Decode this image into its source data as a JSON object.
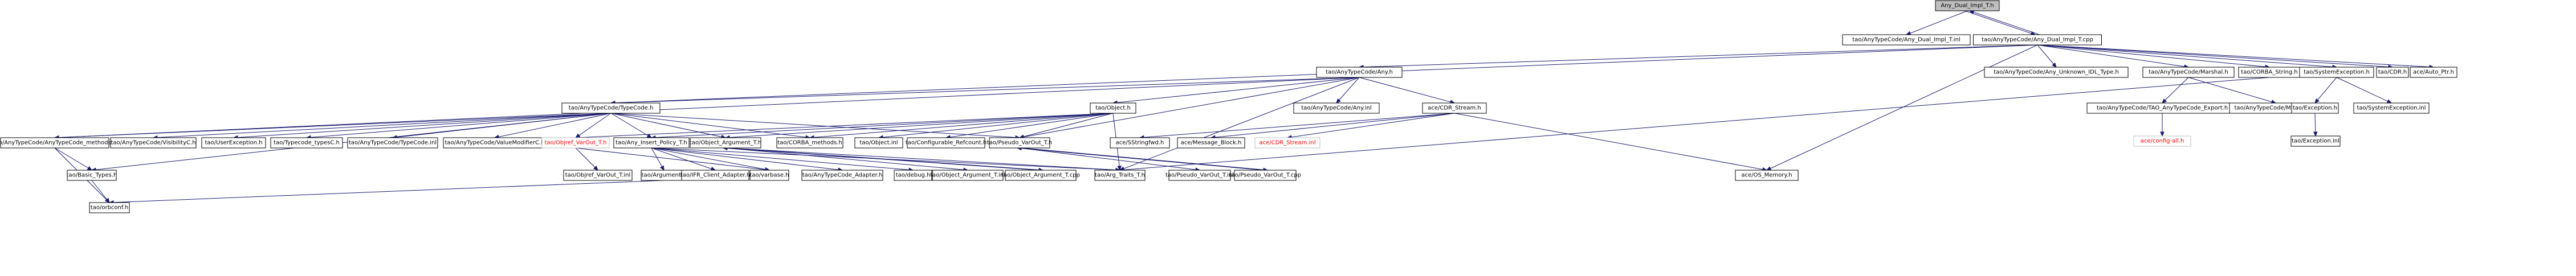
{
  "graph": {
    "nodes": [
      {
        "id": "any_dual_impl_t_h",
        "label": "Any_Dual_Impl_T.h",
        "kind": "root"
      },
      {
        "id": "anytypecode_any_dual_impl_t_inl",
        "label": "tao/AnyTypeCode/Any_Dual_Impl_T.inl"
      },
      {
        "id": "anytypecode_any_dual_impl_t_cpp",
        "label": "tao/AnyTypeCode/Any_Dual_Impl_T.cpp"
      },
      {
        "id": "anytypecode_any_h",
        "label": "tao/AnyTypeCode/Any.h"
      },
      {
        "id": "anytypecode_any_unknown_idl_type_h",
        "label": "tao/AnyTypeCode/Any_Unknown_IDL_Type.h"
      },
      {
        "id": "anytypecode_marshal_h",
        "label": "tao/AnyTypeCode/Marshal.h"
      },
      {
        "id": "corba_string_h",
        "label": "tao/CORBA_String.h"
      },
      {
        "id": "systemexception_h",
        "label": "tao/SystemException.h"
      },
      {
        "id": "cdr_h",
        "label": "tao/CDR.h"
      },
      {
        "id": "ace_auto_ptr_h",
        "label": "ace/Auto_Ptr.h"
      },
      {
        "id": "anytypecode_typecode_h",
        "label": "tao/AnyTypeCode/TypeCode.h"
      },
      {
        "id": "object_h",
        "label": "tao/Object.h"
      },
      {
        "id": "anytypecode_any_inl",
        "label": "tao/AnyTypeCode/Any.inl"
      },
      {
        "id": "ace_cdr_stream_h",
        "label": "ace/CDR_Stream.h"
      },
      {
        "id": "anytypecode_tao_anytypecode_export_h",
        "label": "tao/AnyTypeCode/TAO_AnyTypeCode_Export.h"
      },
      {
        "id": "anytypecode_marshal_inl",
        "label": "tao/AnyTypeCode/Marshal.inl"
      },
      {
        "id": "exception_h",
        "label": "tao/Exception.h"
      },
      {
        "id": "systemexception_inl",
        "label": "tao/SystemException.inl"
      },
      {
        "id": "ace_config_all_h",
        "label": "ace/config-all.h",
        "kind": "missing"
      },
      {
        "id": "exception_inl",
        "label": "tao/Exception.inl"
      },
      {
        "id": "anytypecode_anytypecode_methods_h",
        "label": "tao/AnyTypeCode/AnyTypeCode_methods.h"
      },
      {
        "id": "anytypecode_visibilityc_h",
        "label": "tao/AnyTypeCode/VisibilityC.h"
      },
      {
        "id": "userexception_h",
        "label": "tao/UserException.h"
      },
      {
        "id": "typecode_typesc_h",
        "label": "tao/Typecode_typesC.h"
      },
      {
        "id": "anytypecode_typecode_inl",
        "label": "tao/AnyTypeCode/TypeCode.inl"
      },
      {
        "id": "anytypecode_valuemodifierc_h",
        "label": "tao/AnyTypeCode/ValueModifierC.h"
      },
      {
        "id": "objref_var_out_t_h",
        "label": "tao/Objref_VarOut_T.h",
        "kind": "missing"
      },
      {
        "id": "any_insert_policy_t_h",
        "label": "tao/Any_Insert_Policy_T.h"
      },
      {
        "id": "object_argument_t_h",
        "label": "tao/Object_Argument_T.h"
      },
      {
        "id": "corba_methods_h",
        "label": "tao/CORBA_methods.h"
      },
      {
        "id": "object_inl",
        "label": "tao/Object.inl"
      },
      {
        "id": "configurable_refcount_h",
        "label": "tao/Configurable_Refcount.h"
      },
      {
        "id": "pseudo_varout_t_h",
        "label": "tao/Pseudo_VarOut_T.h"
      },
      {
        "id": "ace_sstringfwd_h",
        "label": "ace/SStringfwd.h"
      },
      {
        "id": "ace_message_block_h",
        "label": "ace/Message_Block.h"
      },
      {
        "id": "ace_cdr_stream_inl",
        "label": "ace/CDR_Stream.inl",
        "kind": "missing"
      },
      {
        "id": "basic_types_h",
        "label": "tao/Basic_Types.h"
      },
      {
        "id": "objref_varout_t_inl",
        "label": "tao/Objref_VarOut_T.inl"
      },
      {
        "id": "argument_h",
        "label": "tao/Argument.h"
      },
      {
        "id": "ifr_client_adapter_h",
        "label": "tao/IFR_Client_Adapter.h"
      },
      {
        "id": "varbase_h",
        "label": "tao/varbase.h"
      },
      {
        "id": "anytypecode_adapter_h",
        "label": "tao/AnyTypeCode_Adapter.h"
      },
      {
        "id": "debug_h",
        "label": "tao/debug.h"
      },
      {
        "id": "object_argument_t_inl",
        "label": "tao/Object_Argument_T.inl"
      },
      {
        "id": "object_argument_t_cpp",
        "label": "tao/Object_Argument_T.cpp"
      },
      {
        "id": "arg_traits_t_h",
        "label": "tao/Arg_Traits_T.h"
      },
      {
        "id": "pseudo_varout_t_inl",
        "label": "tao/Pseudo_VarOut_T.inl"
      },
      {
        "id": "pseudo_varout_t_cpp",
        "label": "tao/Pseudo_VarOut_T.cpp"
      },
      {
        "id": "ace_os_memory_h",
        "label": "ace/OS_Memory.h"
      },
      {
        "id": "orbconf_h",
        "label": "tao/orbconf.h"
      }
    ],
    "edges": [
      [
        "any_dual_impl_t_h",
        "anytypecode_any_dual_impl_t_inl"
      ],
      [
        "any_dual_impl_t_h",
        "anytypecode_any_dual_impl_t_cpp"
      ],
      [
        "anytypecode_any_dual_impl_t_cpp",
        "any_dual_impl_t_h"
      ],
      [
        "anytypecode_any_dual_impl_t_cpp",
        "anytypecode_any_h"
      ],
      [
        "anytypecode_any_dual_impl_t_cpp",
        "anytypecode_any_unknown_idl_type_h"
      ],
      [
        "anytypecode_any_dual_impl_t_cpp",
        "anytypecode_marshal_h"
      ],
      [
        "anytypecode_any_dual_impl_t_cpp",
        "corba_string_h"
      ],
      [
        "anytypecode_any_dual_impl_t_cpp",
        "systemexception_h"
      ],
      [
        "anytypecode_any_dual_impl_t_cpp",
        "cdr_h"
      ],
      [
        "anytypecode_any_dual_impl_t_cpp",
        "ace_auto_ptr_h"
      ],
      [
        "anytypecode_any_dual_impl_t_cpp",
        "anytypecode_typecode_h"
      ],
      [
        "anytypecode_any_dual_impl_t_cpp",
        "ace_os_memory_h"
      ],
      [
        "anytypecode_any_h",
        "anytypecode_typecode_h"
      ],
      [
        "anytypecode_any_h",
        "object_h"
      ],
      [
        "anytypecode_any_h",
        "anytypecode_any_inl"
      ],
      [
        "anytypecode_any_h",
        "ace_cdr_stream_h"
      ],
      [
        "anytypecode_any_h",
        "arg_traits_t_h"
      ],
      [
        "anytypecode_any_h",
        "pseudo_varout_t_h"
      ],
      [
        "anytypecode_any_h",
        "anytypecode_anytypecode_methods_h"
      ],
      [
        "anytypecode_marshal_h",
        "anytypecode_tao_anytypecode_export_h"
      ],
      [
        "anytypecode_marshal_h",
        "anytypecode_marshal_inl"
      ],
      [
        "anytypecode_tao_anytypecode_export_h",
        "ace_config_all_h"
      ],
      [
        "systemexception_h",
        "exception_h"
      ],
      [
        "systemexception_h",
        "systemexception_inl"
      ],
      [
        "exception_h",
        "exception_inl"
      ],
      [
        "anytypecode_typecode_h",
        "anytypecode_anytypecode_methods_h"
      ],
      [
        "anytypecode_typecode_h",
        "anytypecode_visibilityc_h"
      ],
      [
        "anytypecode_typecode_h",
        "userexception_h"
      ],
      [
        "anytypecode_typecode_h",
        "typecode_typesc_h"
      ],
      [
        "anytypecode_typecode_h",
        "anytypecode_typecode_inl"
      ],
      [
        "anytypecode_typecode_h",
        "anytypecode_valuemodifierc_h"
      ],
      [
        "anytypecode_typecode_h",
        "objref_var_out_t_h"
      ],
      [
        "anytypecode_typecode_h",
        "any_insert_policy_t_h"
      ],
      [
        "anytypecode_typecode_h",
        "object_argument_t_h"
      ],
      [
        "anytypecode_typecode_h",
        "corba_methods_h"
      ],
      [
        "anytypecode_typecode_h",
        "pseudo_varout_t_h"
      ],
      [
        "anytypecode_typecode_h",
        "basic_types_h"
      ],
      [
        "object_h",
        "object_inl"
      ],
      [
        "object_h",
        "configurable_refcount_h"
      ],
      [
        "object_h",
        "pseudo_varout_t_h"
      ],
      [
        "object_h",
        "object_argument_t_h"
      ],
      [
        "object_h",
        "corba_methods_h"
      ],
      [
        "object_h",
        "any_insert_policy_t_h"
      ],
      [
        "object_h",
        "arg_traits_t_h"
      ],
      [
        "object_h",
        "objref_var_out_t_h"
      ],
      [
        "ace_cdr_stream_h",
        "ace_sstringfwd_h"
      ],
      [
        "ace_cdr_stream_h",
        "ace_message_block_h"
      ],
      [
        "ace_cdr_stream_h",
        "ace_cdr_stream_inl"
      ],
      [
        "ace_cdr_stream_h",
        "ace_os_memory_h"
      ],
      [
        "anytypecode_anytypecode_methods_h",
        "basic_types_h"
      ],
      [
        "anytypecode_anytypecode_methods_h",
        "orbconf_h"
      ],
      [
        "basic_types_h",
        "orbconf_h"
      ],
      [
        "objref_var_out_t_h",
        "objref_varout_t_inl"
      ],
      [
        "objref_var_out_t_h",
        "varbase_h"
      ],
      [
        "any_insert_policy_t_h",
        "argument_h"
      ],
      [
        "any_insert_policy_t_h",
        "ifr_client_adapter_h"
      ],
      [
        "any_insert_policy_t_h",
        "varbase_h"
      ],
      [
        "any_insert_policy_t_h",
        "anytypecode_adapter_h"
      ],
      [
        "any_insert_policy_t_h",
        "debug_h"
      ],
      [
        "any_insert_policy_t_h",
        "arg_traits_t_h"
      ],
      [
        "argument_h",
        "orbconf_h"
      ],
      [
        "object_argument_t_h",
        "object_argument_t_inl"
      ],
      [
        "object_argument_t_h",
        "object_argument_t_cpp"
      ],
      [
        "object_argument_t_h",
        "arg_traits_t_h"
      ],
      [
        "object_argument_t_cpp",
        "object_argument_t_h"
      ],
      [
        "pseudo_varout_t_h",
        "pseudo_varout_t_inl"
      ],
      [
        "pseudo_varout_t_h",
        "pseudo_varout_t_cpp"
      ],
      [
        "pseudo_varout_t_cpp",
        "pseudo_varout_t_h"
      ],
      [
        "corba_string_h",
        "arg_traits_t_h"
      ]
    ]
  }
}
